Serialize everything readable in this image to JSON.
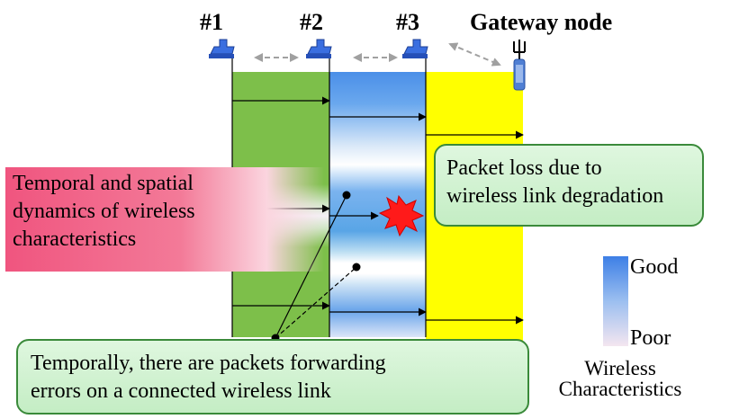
{
  "nodes": [
    {
      "label": "#1"
    },
    {
      "label": "#2"
    },
    {
      "label": "#3"
    },
    {
      "label": "Gateway node"
    }
  ],
  "callouts": {
    "dynamics": {
      "lines": [
        "Temporal and spatial",
        "dynamics of wireless",
        "characteristics"
      ]
    },
    "packet_loss": {
      "lines": [
        "Packet loss due to",
        "wireless link degradation"
      ]
    },
    "forwarding_errors": {
      "lines": [
        "Temporally, there are packets forwarding",
        "errors on a connected wireless link"
      ]
    }
  },
  "legend": {
    "good_label": "Good",
    "poor_label": "Poor",
    "caption_lines": [
      "Wireless",
      "Characteristics"
    ]
  },
  "colors": {
    "zone1": "#7dbf4a",
    "zone2_good": "#4a8fe8",
    "zone3": "#ffff00",
    "node_icon": "#2f5fcf",
    "loss_burst": "#ff0000",
    "link_arrows": "#999999"
  },
  "icons": [
    "node-device-icon",
    "gateway-antenna-icon",
    "packet-loss-burst-icon"
  ]
}
